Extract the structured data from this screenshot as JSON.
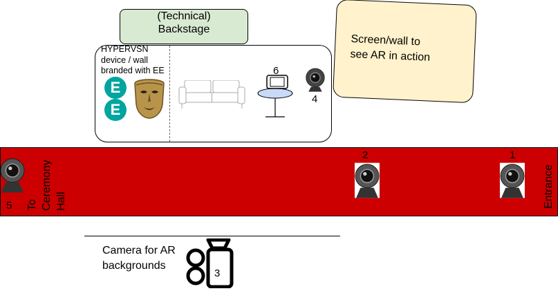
{
  "backstage": {
    "label": "(Technical)\nBackstage"
  },
  "hypervsn": {
    "label": "HYPERVSN\ndevice / wall\nbranded with EE"
  },
  "screen": {
    "label": "Screen/wall to\nsee AR in action"
  },
  "corridor": {
    "left_label": "To\nCeremony\nHall",
    "right_label": "Entrance"
  },
  "cameras": [
    {
      "number": "1"
    },
    {
      "number": "2"
    },
    {
      "number": "3"
    },
    {
      "number": "4"
    },
    {
      "number": "5"
    },
    {
      "number": "6"
    }
  ],
  "camera_ar": {
    "label": "Camera for AR\nbackgrounds"
  },
  "logos": {
    "ee_letter": "E"
  },
  "colors": {
    "corridor": "#cc0000",
    "backstage": "#d9ead3",
    "screen": "#fff2cc",
    "ee_teal": "#00a5a0",
    "bafta_gold": "#b8944a"
  },
  "icons": [
    "sofa-icon",
    "table-icon",
    "phone-icon",
    "360-camera-icon",
    "video-camera-icon",
    "ee-logo",
    "bafta-mask-logo"
  ]
}
